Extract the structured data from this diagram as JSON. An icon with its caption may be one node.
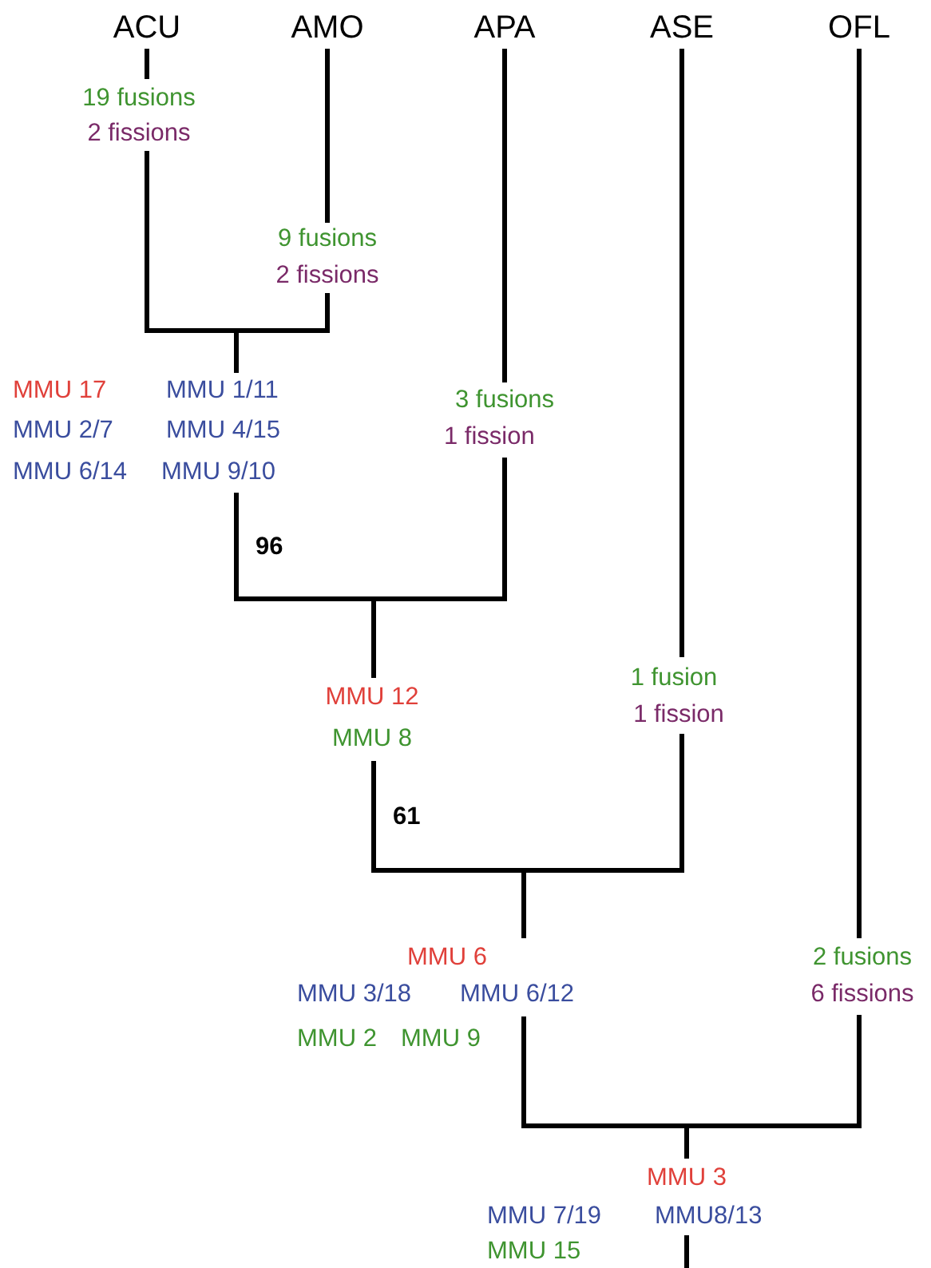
{
  "diagram": {
    "labels": [
      "ACU",
      "AMO",
      "APA",
      "ASE",
      "OFL",
      "19 fusions",
      "2 fissions",
      "9 fusions",
      "2 fissions",
      "MMU 17",
      "MMU 1/11",
      "3 fusions",
      "MMU 2/7",
      "MMU 4/15",
      "1 fission",
      "MMU 6/14",
      "MMU 9/10",
      "96",
      "MMU 12",
      "1 fusion",
      "1 fission",
      "MMU 8",
      "61",
      "MMU 6",
      "2 fusions",
      "MMU 3/18",
      "MMU 6/12",
      "6 fissions",
      "MMU 2",
      "MMU 9",
      "MMU 3",
      "MMU 7/19",
      "MMU8/13",
      "MMU 15"
    ]
  }
}
